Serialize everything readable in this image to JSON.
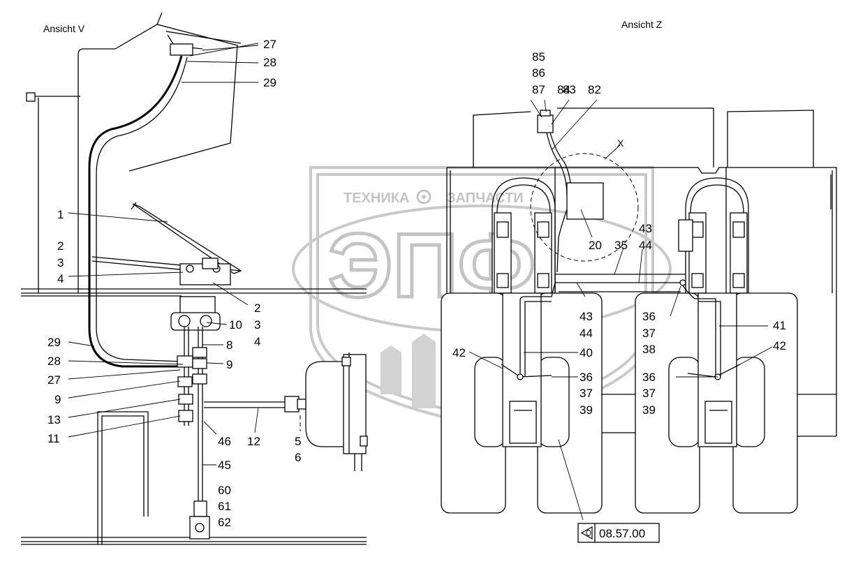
{
  "views": {
    "left": {
      "title": "Ansicht V"
    },
    "right": {
      "title": "Ansicht Z"
    }
  },
  "detail_marker": "X",
  "reference": {
    "code": "08.57.00",
    "icon": "eye-arrow-icon"
  },
  "watermark": {
    "small_left": "ТЕХНИКА",
    "small_right": "ЗАПЧАСТИ",
    "big": "ЭПФ",
    "icon": "gear-icon"
  },
  "callouts": {
    "c27a": "27",
    "c28a": "28",
    "c29a": "29",
    "c1": "1",
    "c2a": "2",
    "c3a": "3",
    "c4a": "4",
    "c2b": "2",
    "c3b": "3",
    "c4b": "4",
    "c10": "10",
    "c8": "8",
    "c9a": "9",
    "c9b": "9",
    "c29b": "29",
    "c28b": "28",
    "c27b": "27",
    "c13": "13",
    "c11": "11",
    "c46": "46",
    "c12": "12",
    "c5": "5",
    "c6": "6",
    "c45": "45",
    "c60": "60",
    "c61": "61",
    "c62": "62",
    "c85": "85",
    "c86": "86",
    "c87": "87",
    "c84": "84",
    "c83": "83",
    "c82": "82",
    "c20": "20",
    "c35": "35",
    "c43a": "43",
    "c44a": "44",
    "c43b": "43",
    "c44b": "44",
    "c40": "40",
    "c42a": "42",
    "c36a": "36",
    "c37a": "37",
    "c39a": "39",
    "c36b": "36",
    "c37b": "37",
    "c38": "38",
    "c41": "41",
    "c42b": "42",
    "c36c": "36",
    "c37c": "37",
    "c39b": "39"
  }
}
